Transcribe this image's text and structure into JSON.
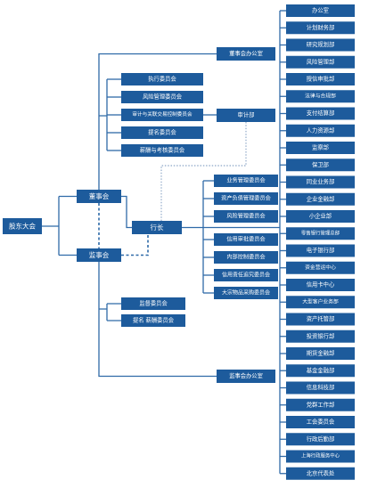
{
  "org": {
    "shareholders": "股东大会",
    "board": "董事会",
    "supervisory": "监事会",
    "president": "行长",
    "board_office": "董事会办公室",
    "supervisory_office": "监事会办公室",
    "audit": "审计部",
    "board_committees": [
      "执行委员会",
      "风险管理委员会",
      "审计与关联交易控制委员会",
      "提名委员会",
      "薪酬与考核委员会"
    ],
    "supervisory_committees": [
      "监督委员会",
      "提名 薪酬委员会"
    ],
    "mgmt_committees": [
      "业务管理委员会",
      "资产负债管理委员会",
      "风险管理委员会",
      "信用审批委员会",
      "内部控制委员会",
      "信用责任追究委员会",
      "大宗物品采购委员会"
    ],
    "departments": [
      "办公室",
      "计划财务部",
      "研究规划部",
      "风险管理部",
      "授信审批部",
      "法律与合规部",
      "支付结算部",
      "人力资源部",
      "监察部",
      "保卫部",
      "同业业务部",
      "企业金融部",
      "小企业部",
      "零售银行管理总部",
      "电子银行部",
      "资金营运中心",
      "信用卡中心",
      "大型客户业务部",
      "资产托管部",
      "投资银行部",
      "期货金融部",
      "基金金融部",
      "信息科技部",
      "党群工作部",
      "工会委员会",
      "行政后勤部",
      "上海行政服务中心",
      "北京代表处"
    ]
  }
}
